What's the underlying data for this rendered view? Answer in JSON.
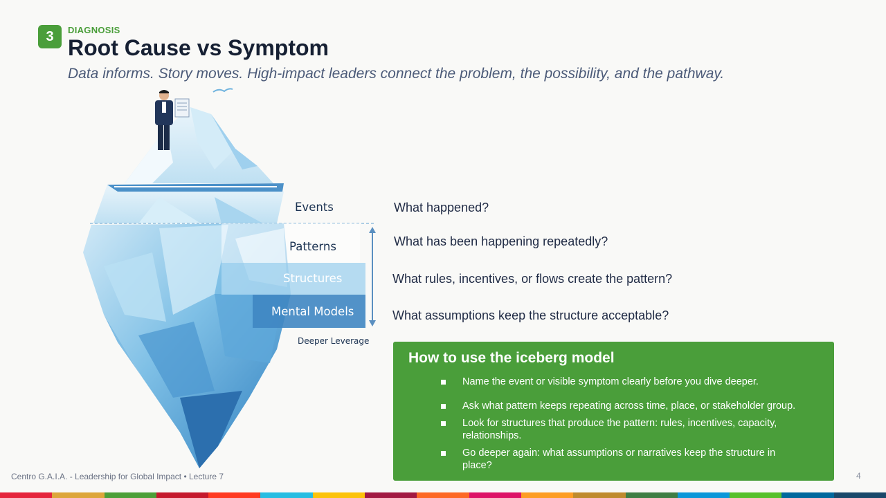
{
  "slide": {
    "badge_number": "3",
    "kicker": "DIAGNOSIS",
    "title": "Root Cause vs Symptom",
    "subtitle": "Data informs. Story moves. High-impact leaders connect the problem, the possibility, and the pathway."
  },
  "iceberg": {
    "layers": {
      "events": "Events",
      "patterns": "Patterns",
      "structures": "Structures",
      "mental_models": "Mental Models"
    },
    "deeper_label": "Deeper Leverage"
  },
  "questions": {
    "events": "What happened?",
    "patterns": "What has been happening repeatedly?",
    "structures": "What rules, incentives, or flows create the pattern?",
    "mental_models": "What assumptions keep the structure acceptable?"
  },
  "panel": {
    "title": "How to use the iceberg model",
    "bullets": [
      "Name the event or visible symptom clearly before you dive deeper.",
      "Ask what pattern keeps repeating across time, place, or stakeholder group.",
      "Look for structures that produce the pattern: rules, incentives, capacity, relationships.",
      "Go deeper again: what assumptions or narratives keep the structure in place?"
    ]
  },
  "footer": {
    "text": "Centro G.A.I.A. - Leadership for Global Impact • Lecture 7",
    "page": "4"
  },
  "colors": {
    "accent_green": "#4a9e3a",
    "title_navy": "#162033",
    "stripe": [
      "#e5243b",
      "#dda63a",
      "#4c9f38",
      "#c5192d",
      "#ff3a21",
      "#26bde2",
      "#fcc30b",
      "#a21942",
      "#fd6925",
      "#dd1367",
      "#fd9d24",
      "#bf8b2e",
      "#3f7e44",
      "#0a97d9",
      "#56c02b",
      "#00689d",
      "#19486a"
    ]
  }
}
